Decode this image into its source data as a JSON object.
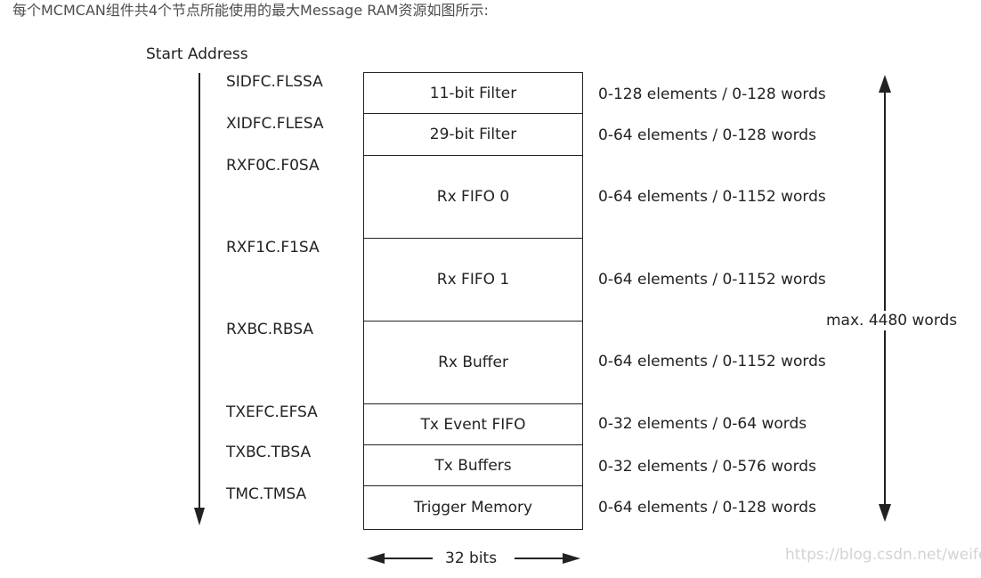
{
  "intro": "每个MCMCAN组件共4个节点所能使用的最大Message RAM资源如图所示:",
  "diagram": {
    "start_address_label": "Start Address",
    "addresses": [
      "SIDFC.FLSSA",
      "XIDFC.FLESA",
      "RXF0C.F0SA",
      "RXF1C.F1SA",
      "RXBC.RBSA",
      "TXEFC.EFSA",
      "TXBC.TBSA",
      "TMC.TMSA"
    ],
    "blocks": [
      "11-bit Filter",
      "29-bit Filter",
      "Rx FIFO 0",
      "Rx FIFO 1",
      "Rx Buffer",
      "Tx Event FIFO",
      "Tx Buffers",
      "Trigger Memory"
    ],
    "descriptions": [
      "0-128 elements / 0-128 words",
      "0-64 elements / 0-128 words",
      "0-64 elements / 0-1152 words",
      "0-64 elements / 0-1152 words",
      "0-64 elements / 0-1152 words",
      "0-32 elements / 0-64 words",
      "0-32 elements / 0-576 words",
      "0-64 elements / 0-128 words"
    ],
    "max_label": "max. 4480 words",
    "width_label": "32 bits"
  },
  "watermark": "https://blog.csdn.net/weife",
  "colors": {
    "line": "#222222",
    "text": "#222222",
    "watermark": "#d3d3d3"
  }
}
